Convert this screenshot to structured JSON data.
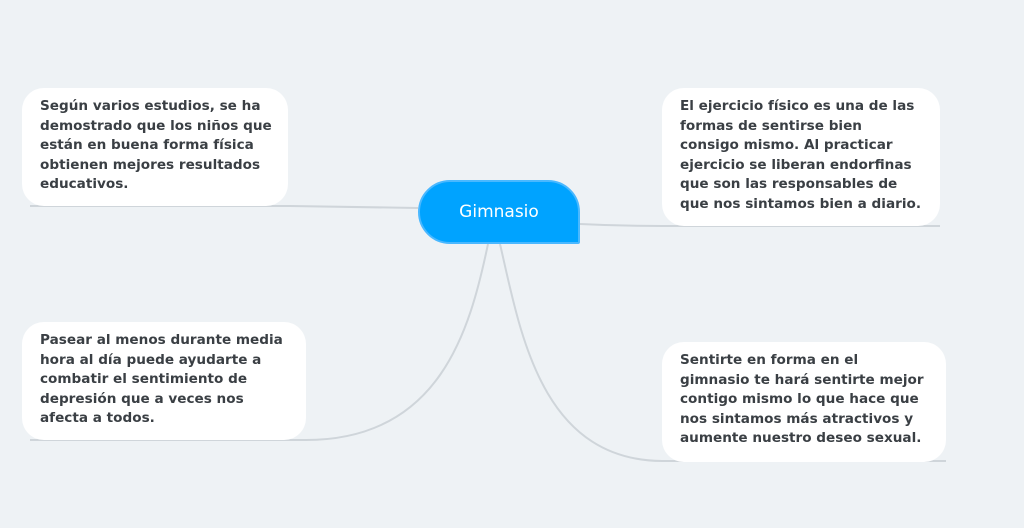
{
  "central": {
    "label": "Gimnasio",
    "color": "#00a3ff"
  },
  "topics": [
    {
      "text": "Según varios estudios, se ha demostrado que los niños que están en buena forma física obtienen mejores resultados educativos."
    },
    {
      "text": "El ejercicio físico es una de las formas de sentirse bien consigo mismo. Al practicar ejercicio se liberan endorfinas que son las responsables de que nos sintamos bien a diario."
    },
    {
      "text": "Pasear al menos durante media hora al día puede ayudarte a combatir el sentimiento de depresión que a veces nos afecta a todos."
    },
    {
      "text": "Sentirte en forma en el gimnasio te hará sentirte mejor contigo mismo lo que hace que nos sintamos más atractivos y aumente nuestro deseo sexual."
    }
  ]
}
